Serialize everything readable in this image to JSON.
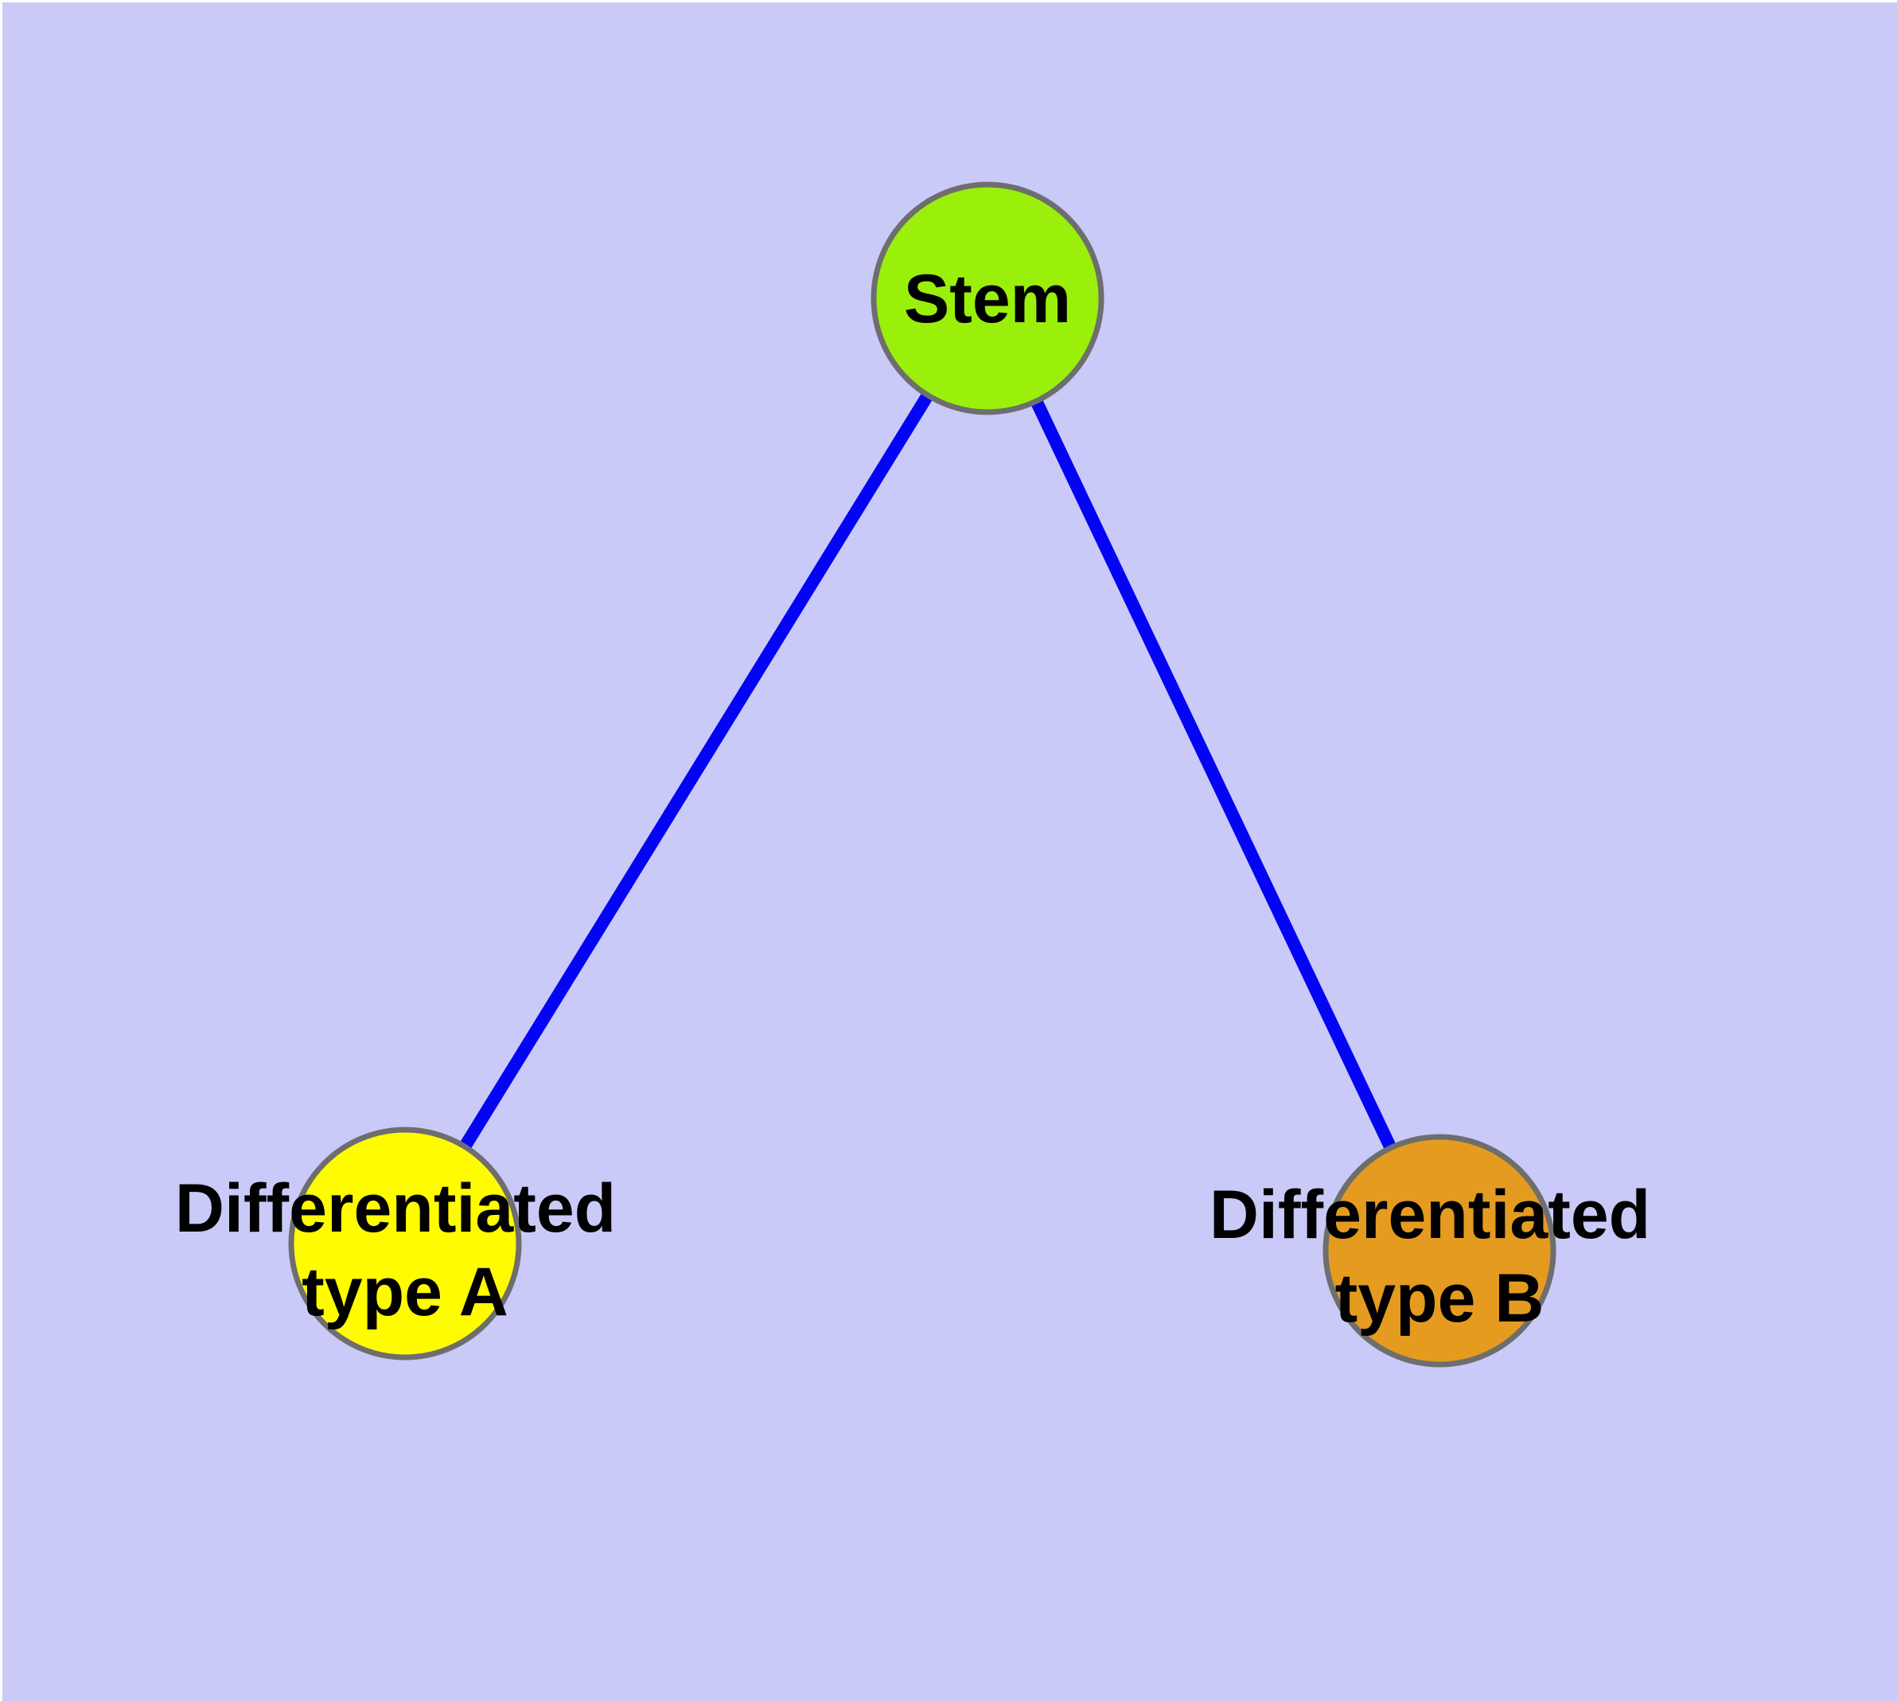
{
  "colors": {
    "background": "#cacaf8",
    "page_margin": "#ffffff",
    "node_border": "#6e6e6e",
    "edge": "#0404f5",
    "label_text": "#000000"
  },
  "graph": {
    "nodes": [
      {
        "id": "stem",
        "lines": [
          "Stem",
          ""
        ],
        "fill": "#9af00a"
      },
      {
        "id": "type-a",
        "lines": [
          "Differentiated",
          "type A"
        ],
        "fill": "#fffb00"
      },
      {
        "id": "type-b",
        "lines": [
          "Differentiated",
          "type B"
        ],
        "fill": "#e59b20"
      }
    ],
    "edges": [
      {
        "from": "stem",
        "to": "type-a"
      },
      {
        "from": "stem",
        "to": "type-b"
      }
    ]
  }
}
